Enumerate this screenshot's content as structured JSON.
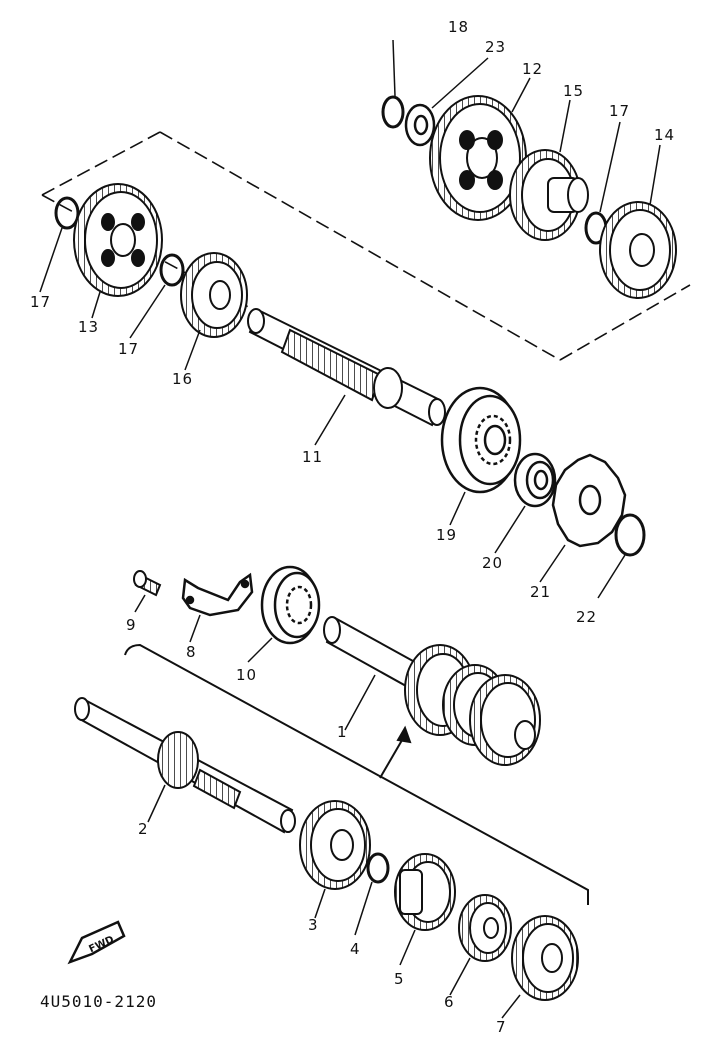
{
  "diagram": {
    "part_code": "4U5010-2120",
    "fwd_label": "FWD",
    "callouts": {
      "c1": "1",
      "c2": "2",
      "c3": "3",
      "c4": "4",
      "c5": "5",
      "c6": "6",
      "c7": "7",
      "c8": "8",
      "c9": "9",
      "c10": "10",
      "c11": "11",
      "c12": "12",
      "c13": "13",
      "c14": "14",
      "c15": "15",
      "c16": "16",
      "c17a": "17",
      "c17b": "17",
      "c17c": "17",
      "c18": "18",
      "c19": "19",
      "c20": "20",
      "c21": "21",
      "c22": "22",
      "c23": "23"
    }
  }
}
